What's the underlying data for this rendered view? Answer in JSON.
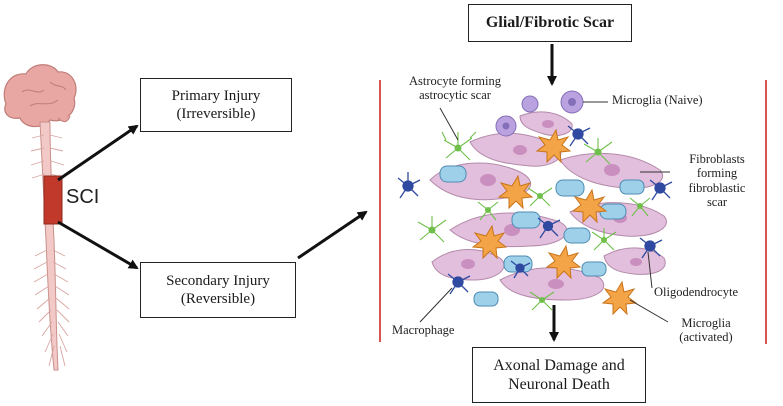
{
  "primary": {
    "line1": "Primary Injury",
    "line2": "(Irreversible)"
  },
  "secondary": {
    "line1": "Secondary Injury",
    "line2": "(Reversible)"
  },
  "sci_label": "SCI",
  "scar_title": "Glial/Fibrotic Scar",
  "outcome": {
    "line1": "Axonal Damage and",
    "line2": "Neuronal Death"
  },
  "labels": {
    "astrocyte_1": "Astrocyte forming",
    "astrocyte_2": "astrocytic scar",
    "microglia_naive": "Microglia (Naive)",
    "fibroblast_1": "Fibroblasts",
    "fibroblast_2": "forming",
    "fibroblast_3": "fibroblastic",
    "fibroblast_4": "scar",
    "oligodendrocyte": "Oligodendrocyte",
    "macrophage": "Macrophage",
    "microglia_act_1": "Microglia",
    "microglia_act_2": "(activated)"
  },
  "colors": {
    "spinal_lesion": "#c0392b",
    "bracket": "#d9534f",
    "brain": "#e8a7a2",
    "fibroblast": "#e2bfdc",
    "macrophage": "#9fd0ea",
    "microglia_activated": "#f3a447",
    "microglia_naive": "#b9a2df",
    "oligodendrocyte": "#2f4aa0",
    "astrocyte": "#6fbf4a"
  }
}
